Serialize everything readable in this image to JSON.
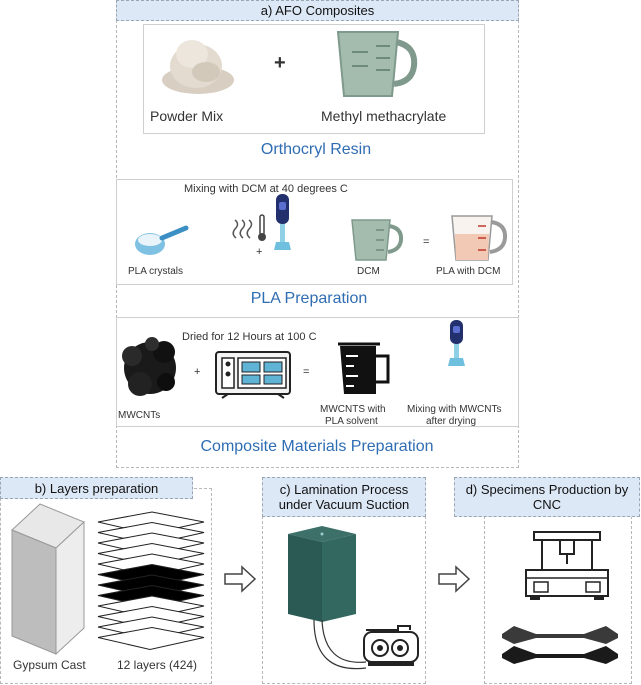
{
  "sections": {
    "a": {
      "title": "a) AFO Composites",
      "resin": {
        "powder_label": "Powder Mix",
        "plus": "+",
        "mma_label": "Methyl methacrylate",
        "caption": "Orthocryl Resin"
      },
      "pla": {
        "heading": "Mixing with DCM at 40 degrees C",
        "crystals_label": "PLA crystals",
        "plus": "+",
        "dcm_label": "DCM",
        "equals": "=",
        "result_label": "PLA with DCM",
        "caption": "PLA Preparation"
      },
      "composite": {
        "heading": "Dried for 12 Hours at 100 C",
        "mwcnt_label": "MWCNTs",
        "plus": "+",
        "equals": "=",
        "solvent_label_1": "MWCNTS with",
        "solvent_label_2": "PLA solvent",
        "mixing_label_1": "Mixing with MWCNTs",
        "mixing_label_2": "after drying",
        "caption": "Composite Materials Preparation"
      }
    },
    "b": {
      "title": "b) Layers preparation",
      "gypsum_label": "Gypsum Cast",
      "layers_label": "12 layers (424)"
    },
    "c": {
      "title_1": "c) Lamination Process",
      "title_2": "under Vacuum Suction"
    },
    "d": {
      "title_1": "d) Specimens Production by",
      "title_2": "CNC"
    }
  },
  "colors": {
    "tab_bg": "#dde8f6",
    "caption_blue": "#2f6db3",
    "cast_teal": "#2f5e57",
    "cup_green": "#9cb5a8"
  },
  "icons": [
    "powder-icon",
    "measuring-cup-icon",
    "scoop-icon",
    "heat-icon",
    "thermometer-icon",
    "hand-blender-icon",
    "oven-icon",
    "beaker-icon",
    "right-arrow-icon",
    "vacuum-pump-icon",
    "cnc-machine-icon"
  ]
}
